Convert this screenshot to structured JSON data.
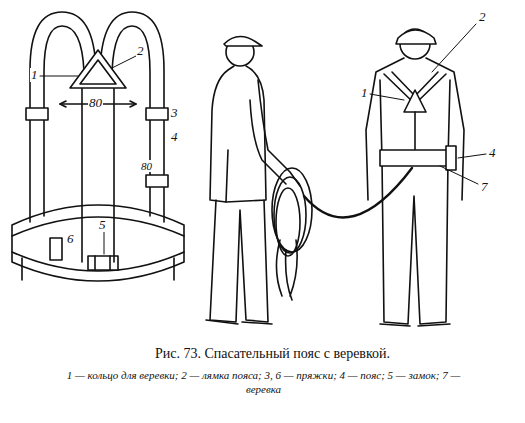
{
  "diagram": {
    "caption": "Рис. 73. Спасательный пояс с веревкой.",
    "labels": [
      "1",
      "2",
      "80",
      "3",
      "4",
      "80",
      "6",
      "5",
      "2",
      "1",
      "4",
      "7",
      "1 — кольцо для веревки; 2 — лямка пояса; 3, 6 — пряжки; 4 — пояс; 5 — замок; 7 — веревка"
    ]
  }
}
